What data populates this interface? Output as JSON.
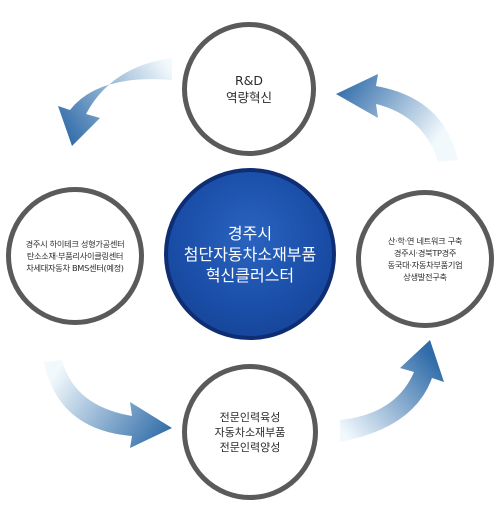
{
  "colors": {
    "center_fill": "#1a4ea8",
    "ring_border": "#5a5a5a",
    "arrow_light": "#e8f4fb",
    "arrow_dark": "#2e6aa6"
  },
  "center": {
    "lines": [
      "경주시",
      "첨단자동차소재부품",
      "혁신클러스터"
    ]
  },
  "nodes": {
    "top": {
      "lines": [
        "R&D",
        "역량혁신"
      ]
    },
    "right": {
      "lines": [
        "산·학·연 네트워크 구축",
        "경주시·경북TP경주",
        "동국대·자동차부품기업",
        "상생발전구축"
      ]
    },
    "bottom": {
      "lines": [
        "전문인력육성",
        "자동차소재부품",
        "전문인력양성"
      ]
    },
    "left": {
      "lines": [
        "경주시 하이테크 성형가공센터",
        "탄소소재·부품리사이클링센터",
        "차세대자동차 BMS센터(예정)"
      ]
    }
  },
  "arrows": [
    "arrow-top-left",
    "arrow-bottom-left",
    "arrow-bottom-right",
    "arrow-top-right"
  ]
}
